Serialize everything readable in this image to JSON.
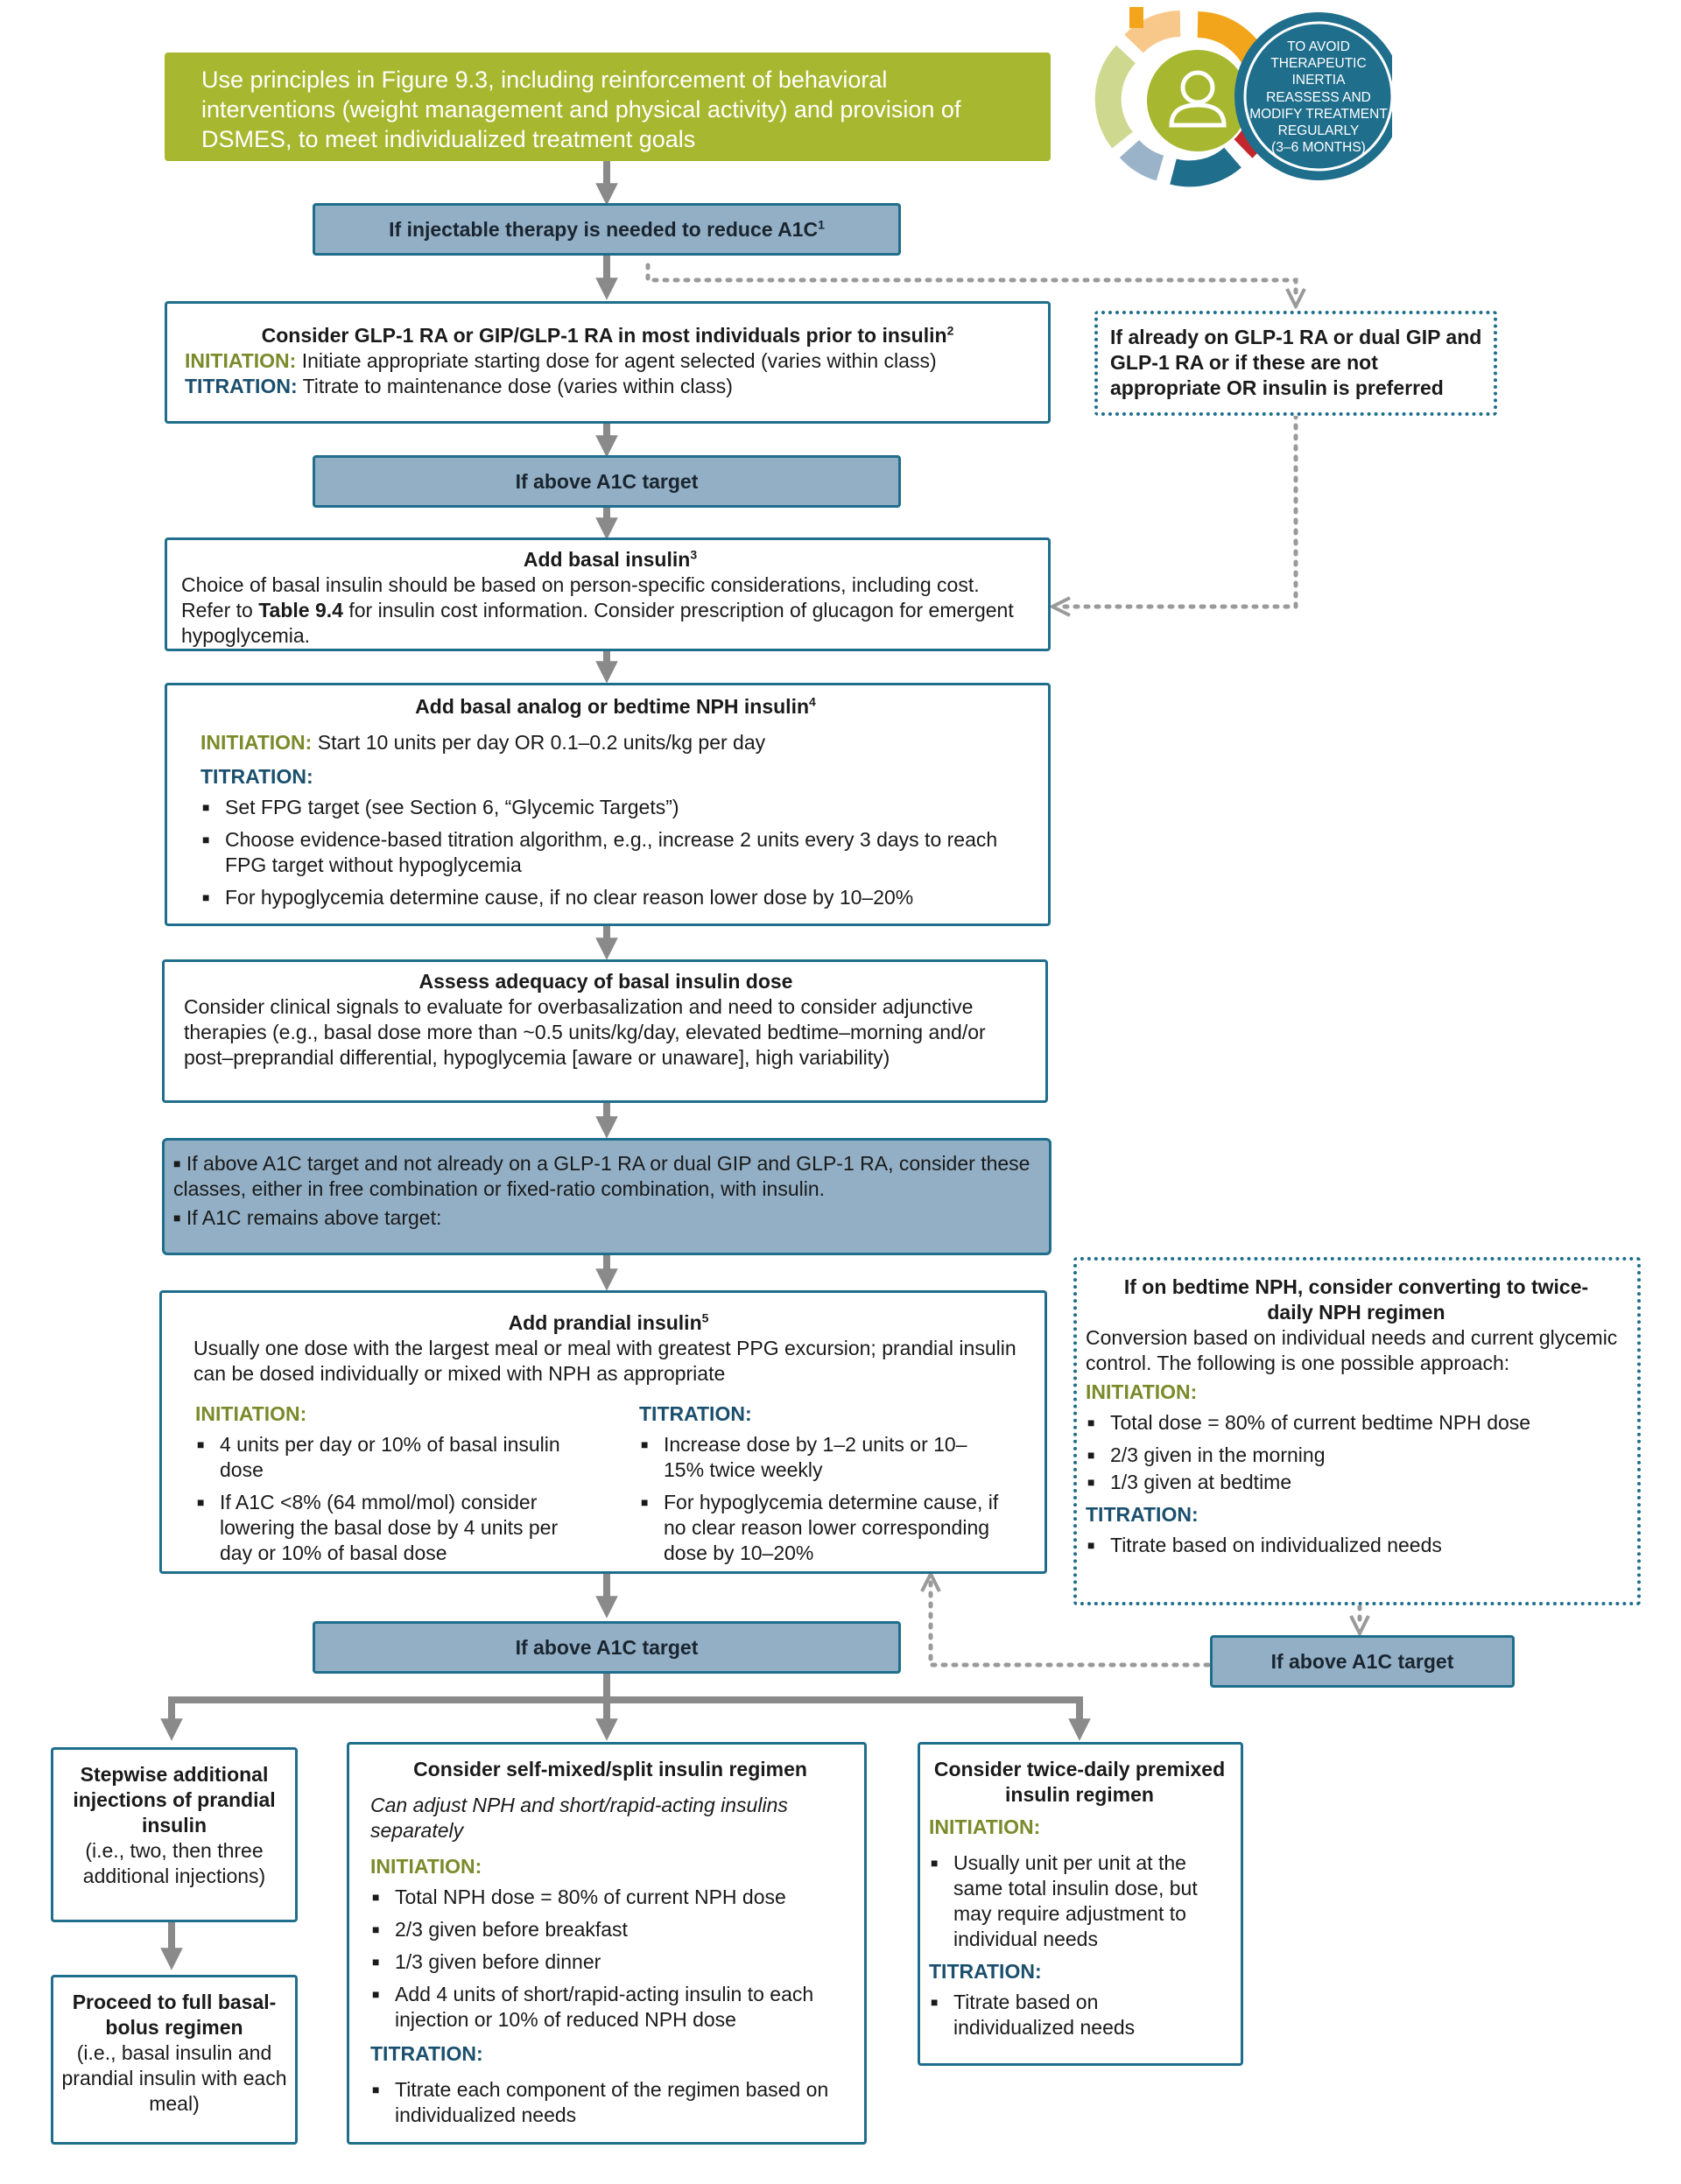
{
  "banner": {
    "text": "Use principles in Figure 9.3, including reinforcement of behavioral interventions (weight management and physical activity) and provision of DSMES, to meet individualized treatment goals"
  },
  "badge": {
    "line1": "TO AVOID",
    "line2": "THERAPEUTIC",
    "line3": "INERTIA",
    "line4": "REASSESS AND",
    "line5": "MODIFY TREATMENT",
    "line6": "REGULARLY",
    "line7": "(3–6 MONTHS)",
    "icon": "person-icon",
    "ring_colors": [
      "#f2a51b",
      "#c1272d",
      "#1f6e8c",
      "#9bb3c9",
      "#a7b830",
      "#f8c88b"
    ]
  },
  "step_injectable": {
    "text": "If injectable therapy is needed to reduce A1C",
    "sup": "1"
  },
  "glp1_box": {
    "title": "Consider GLP-1 RA or GIP/GLP-1 RA in most individuals prior to insulin",
    "sup": "2",
    "init_label": "INITIATION:",
    "init_text": "Initiate appropriate starting dose for agent selected (varies within class)",
    "titr_label": "TITRATION:",
    "titr_text": "Titrate to maintenance dose (varies within class)"
  },
  "already_box": {
    "text": "If already on GLP-1 RA or dual GIP and GLP-1 RA or if these are not appropriate OR insulin is preferred"
  },
  "above_target_1": {
    "text": "If above A1C target"
  },
  "basal_box": {
    "title": "Add basal insulin",
    "sup": "3",
    "line1": "Choice of basal insulin should be based on person-specific considerations, including cost.",
    "line2a": "Refer to ",
    "line2b": "Table 9.4",
    "line2c": " for insulin cost information. Consider prescription of glucagon for emergent hypoglycemia."
  },
  "analog_box": {
    "title": "Add basal analog or bedtime NPH insulin",
    "sup": "4",
    "init_label": "INITIATION:",
    "init_text": "Start 10 units per day OR 0.1–0.2 units/kg per day",
    "titr_label": "TITRATION:",
    "items": [
      "Set FPG target (see Section 6, “Glycemic Targets”)",
      "Choose evidence-based titration algorithm, e.g., increase 2 units every 3 days to reach FPG target without hypoglycemia",
      "For hypoglycemia determine cause, if no clear reason lower dose by 10–20%"
    ]
  },
  "assess_box": {
    "title": "Assess adequacy of basal insulin dose",
    "text": "Consider clinical signals to evaluate for overbasalization and need to consider adjunctive therapies (e.g., basal dose more than ~0.5 units/kg/day, elevated bedtime–morning and/or post–preprandial differential, hypoglycemia [aware or unaware], high variability)"
  },
  "classes_box": {
    "item1": "If above A1C target and not already on a GLP-1 RA or dual GIP and GLP-1 RA, consider these classes, either in free combination or fixed-ratio combination, with insulin.",
    "item2": "If A1C remains above target:"
  },
  "nph_box": {
    "title": "If on bedtime NPH, consider converting to twice-daily NPH regimen",
    "text": "Conversion based on individual needs and current glycemic control. The following is one possible approach:",
    "init_label": "INITIATION:",
    "init_items": [
      "Total dose = 80% of current bedtime NPH dose",
      "2/3 given in the morning",
      "1/3 given at bedtime"
    ],
    "titr_label": "TITRATION:",
    "titr_items": [
      "Titrate based on individualized needs"
    ]
  },
  "prandial_box": {
    "title": "Add prandial insulin",
    "sup": "5",
    "text": "Usually one dose with the largest meal or meal with greatest PPG excursion; prandial insulin can be dosed individually or mixed with NPH as appropriate",
    "init_label": "INITIATION:",
    "init_items": [
      "4 units per day or 10% of basal insulin dose",
      "If A1C <8% (64 mmol/mol) consider lowering the basal dose by 4 units per day or 10% of basal dose"
    ],
    "titr_label": "TITRATION:",
    "titr_items": [
      "Increase dose by 1–2 units or 10–15% twice weekly",
      "For hypoglycemia determine cause, if no clear reason lower corresponding dose by 10–20%"
    ]
  },
  "above_target_2": {
    "text": "If above A1C target"
  },
  "above_target_3": {
    "text": "If above A1C target"
  },
  "stepwise_box": {
    "text": "Stepwise additional injections of prandial insulin",
    "sub": "(i.e., two, then three additional injections)"
  },
  "bolus_box": {
    "text": "Proceed to full basal-bolus regimen",
    "sub": "(i.e., basal insulin and prandial insulin with each meal)"
  },
  "selfmix_box": {
    "title": "Consider self-mixed/split insulin regimen",
    "note": "Can adjust NPH and short/rapid-acting insulins separately",
    "init_label": "INITIATION:",
    "init_items": [
      "Total NPH dose = 80% of current NPH dose",
      "2/3 given before breakfast",
      "1/3 given before dinner",
      "Add 4 units of short/rapid-acting insulin to each injection or 10% of reduced NPH dose"
    ],
    "titr_label": "TITRATION:",
    "titr_items": [
      "Titrate each component of the regimen based on individualized needs"
    ]
  },
  "premix_box": {
    "title": "Consider twice-daily premixed insulin regimen",
    "init_label": "INITIATION:",
    "init_items": [
      "Usually unit per unit at the same total insulin dose, but may require adjustment to individual needs"
    ],
    "titr_label": "TITRATION:",
    "titr_items": [
      "Titrate based on individualized needs"
    ]
  }
}
